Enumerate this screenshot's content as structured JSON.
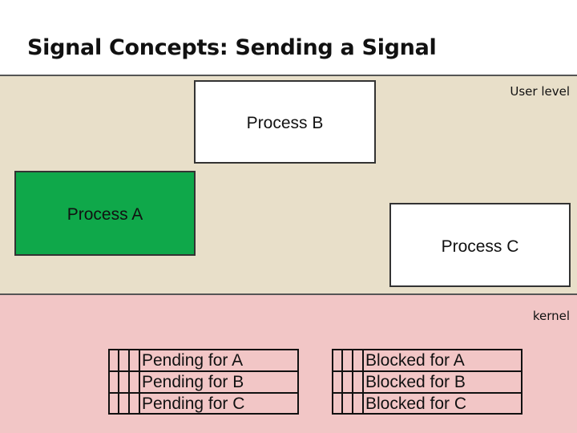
{
  "title": "Signal Concepts: Sending a Signal",
  "regions": {
    "user_label": "User level",
    "kernel_label": "kernel"
  },
  "processes": {
    "b": "Process B",
    "a": "Process A",
    "c": "Process C"
  },
  "colors": {
    "user_region": "#e8dfc9",
    "kernel_region": "#f2c6c6",
    "active_process": "#0fa84a"
  },
  "tables": {
    "pending": [
      "Pending for A",
      "Pending for B",
      "Pending for C"
    ],
    "blocked": [
      "Blocked for A",
      "Blocked for B",
      "Blocked for C"
    ]
  }
}
